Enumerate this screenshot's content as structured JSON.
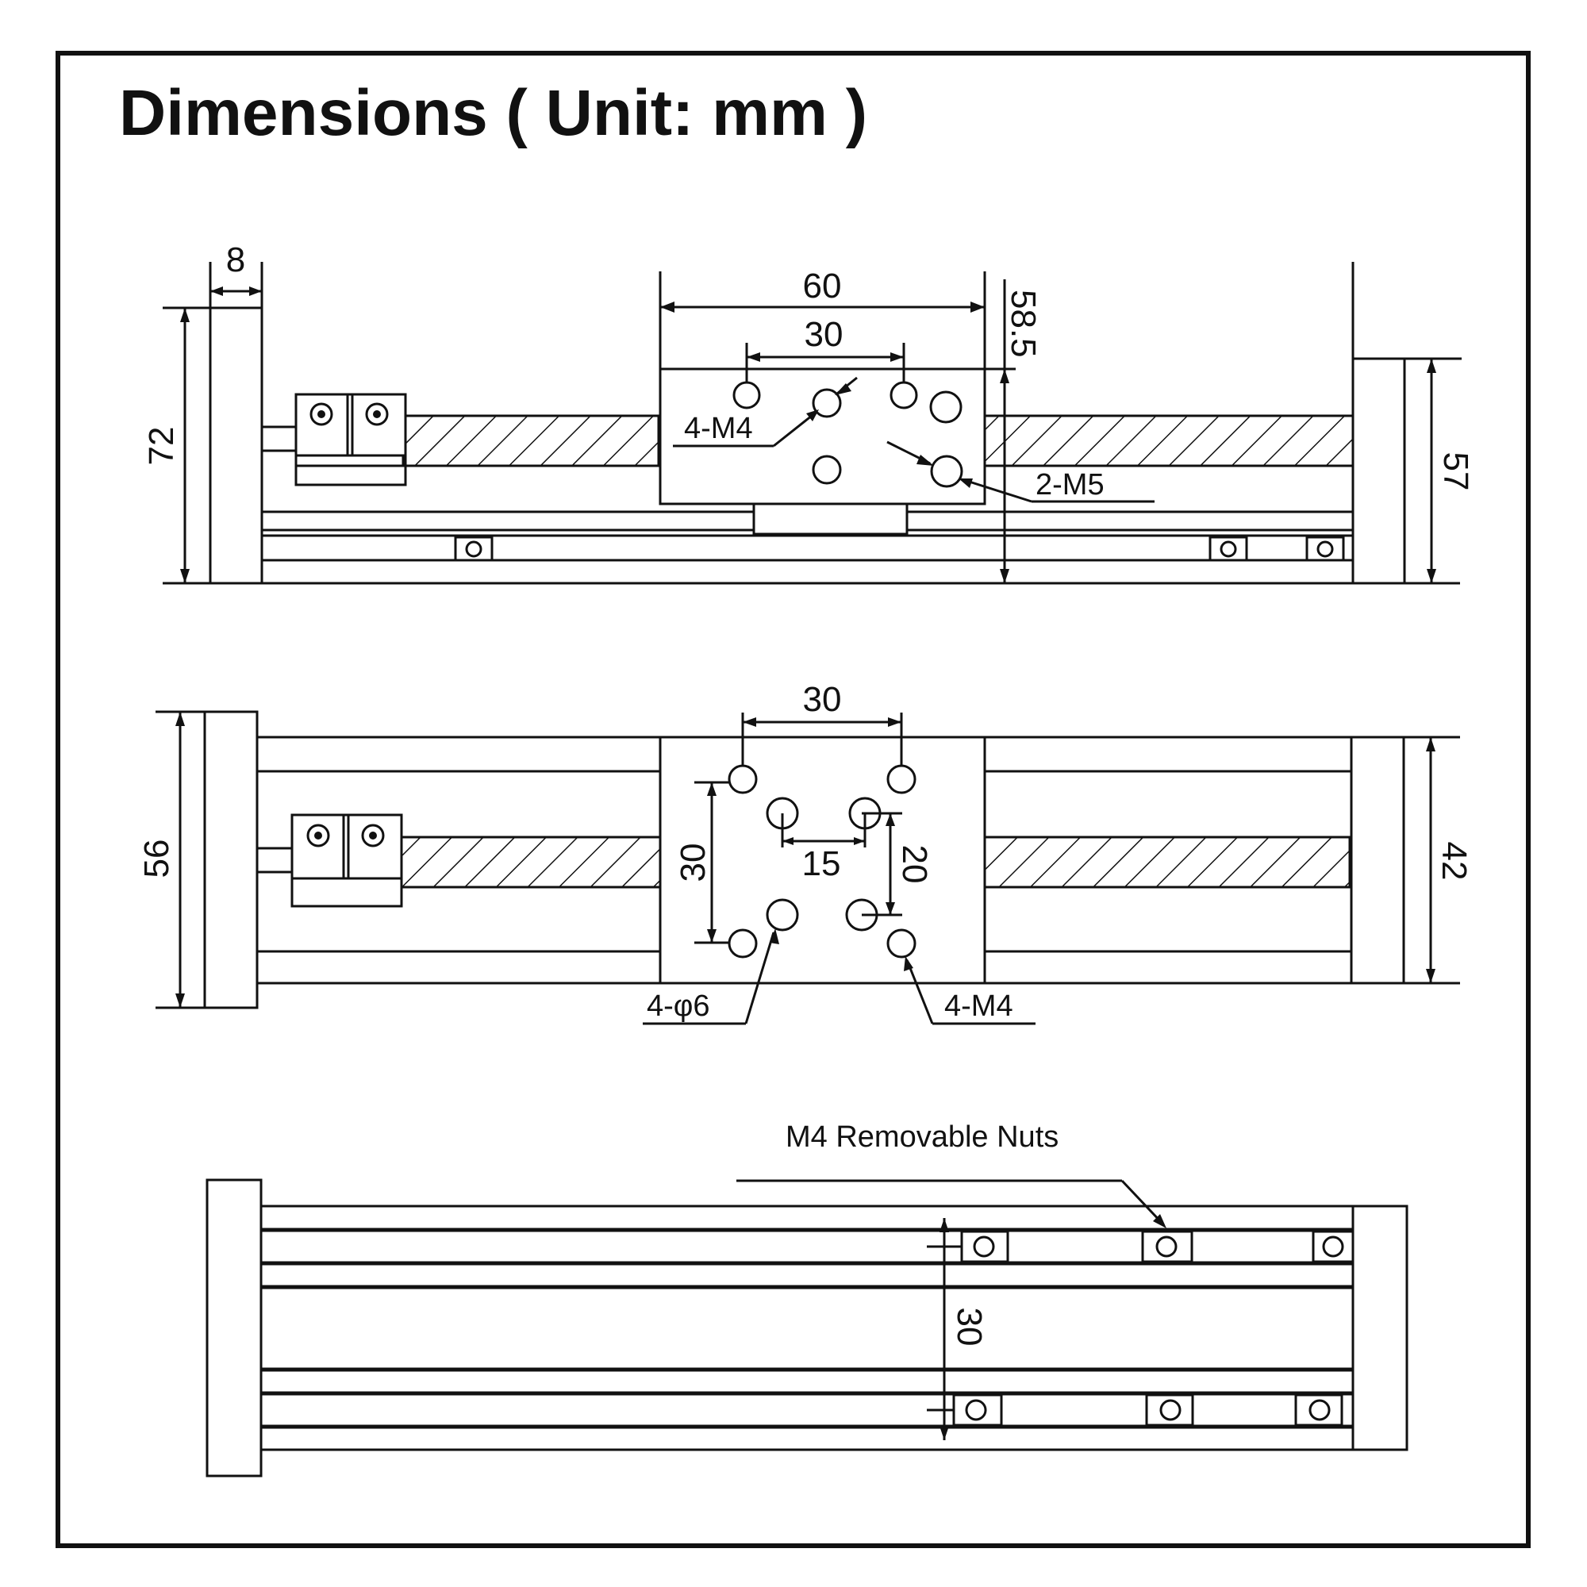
{
  "title": "Dimensions ( Unit: mm )",
  "colors": {
    "line": "#111111",
    "background": "#ffffff"
  },
  "top_view": {
    "dim_end_plate": "8",
    "dim_carriage_length": "60",
    "dim_hole_spacing": "30",
    "dim_carriage_height": "58.5",
    "dim_total_height": "72",
    "dim_rail_height": "57",
    "label_m4": "4-M4",
    "label_m5": "2-M5"
  },
  "middle_view": {
    "dim_hole_spacing_x": "30",
    "dim_hole_spacing_y": "30",
    "dim_inner_x": "15",
    "dim_inner_y": "20",
    "dim_total_width": "56",
    "dim_rail_width": "42",
    "label_phi6": "4-φ6",
    "label_m4": "4-M4"
  },
  "bottom_view": {
    "label_nuts": "M4 Removable Nuts",
    "dim_slot_spacing": "30"
  }
}
